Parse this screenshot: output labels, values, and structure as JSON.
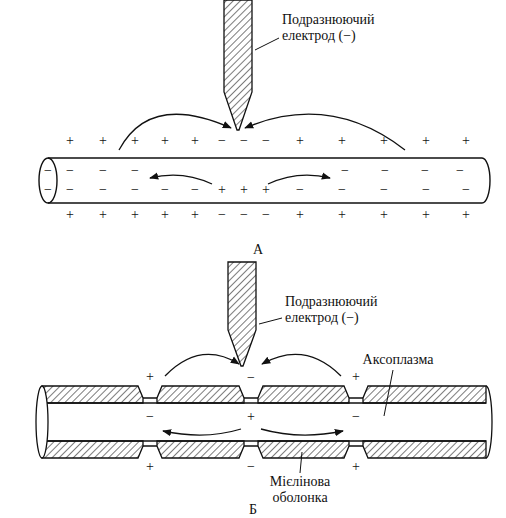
{
  "diagram": {
    "labels": [
      "Подразнюючий електрод (−)",
      "+",
      "+",
      "+",
      "+",
      "+",
      "−",
      "−",
      "−",
      "+",
      "+",
      "+",
      "+",
      "+",
      "−",
      "−",
      "−",
      "−",
      "−",
      "−",
      "−",
      "−",
      "−",
      "−",
      "−",
      "−",
      "−",
      "−",
      "+",
      "+",
      "+",
      "−",
      "−",
      "−",
      "−",
      "−",
      "+",
      "+",
      "+",
      "+",
      "+",
      "−",
      "−",
      "−",
      "+",
      "+",
      "+",
      "+",
      "+",
      "А",
      "Подразнюючий електрод (−)",
      "Аксоплазма",
      "+",
      "−",
      "+",
      "−",
      "+",
      "−",
      "+",
      "−",
      "+",
      "Мієлінова оболонка",
      "Б"
    ]
  }
}
